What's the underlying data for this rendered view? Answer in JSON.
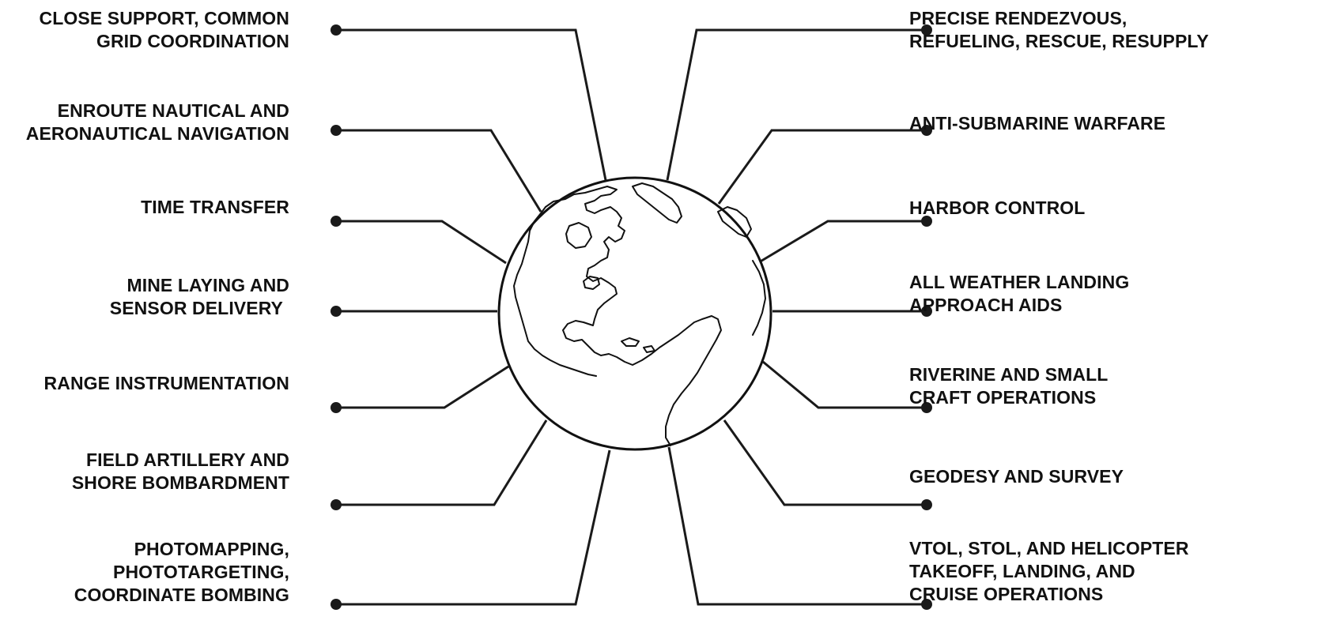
{
  "left_applications": [
    {
      "lines": [
        "CLOSE SUPPORT, COMMON",
        "GRID COORDINATION"
      ]
    },
    {
      "lines": [
        "ENROUTE NAUTICAL AND",
        "AERONAUTICAL NAVIGATION"
      ]
    },
    {
      "lines": [
        "TIME TRANSFER"
      ]
    },
    {
      "lines": [
        "MINE LAYING AND",
        "SENSOR DELIVERY"
      ]
    },
    {
      "lines": [
        "RANGE INSTRUMENTATION"
      ]
    },
    {
      "lines": [
        "FIELD ARTILLERY AND",
        "SHORE BOMBARDMENT"
      ]
    },
    {
      "lines": [
        "PHOTOMAPPING,",
        "PHOTOTARGETING,",
        "COORDINATE BOMBING"
      ]
    }
  ],
  "right_applications": [
    {
      "lines": [
        "PRECISE RENDEZVOUS,",
        "REFUELING, RESCUE, RESUPPLY"
      ]
    },
    {
      "lines": [
        "ANTI-SUBMARINE WARFARE"
      ]
    },
    {
      "lines": [
        "HARBOR CONTROL"
      ]
    },
    {
      "lines": [
        "ALL WEATHER LANDING",
        "APPROACH AIDS"
      ]
    },
    {
      "lines": [
        "RIVERINE AND SMALL",
        "CRAFT OPERATIONS"
      ]
    },
    {
      "lines": [
        "GEODESY AND SURVEY"
      ]
    },
    {
      "lines": [
        "VTOL, STOL, AND HELICOPTER",
        "TAKEOFF, LANDING, AND",
        "CRUISE OPERATIONS"
      ]
    }
  ],
  "colors": {
    "line": "#1a1a1a",
    "text": "#111111",
    "background": "#ffffff"
  },
  "icons": {
    "center": "globe-americas-icon",
    "connector_end": "dot-marker"
  }
}
